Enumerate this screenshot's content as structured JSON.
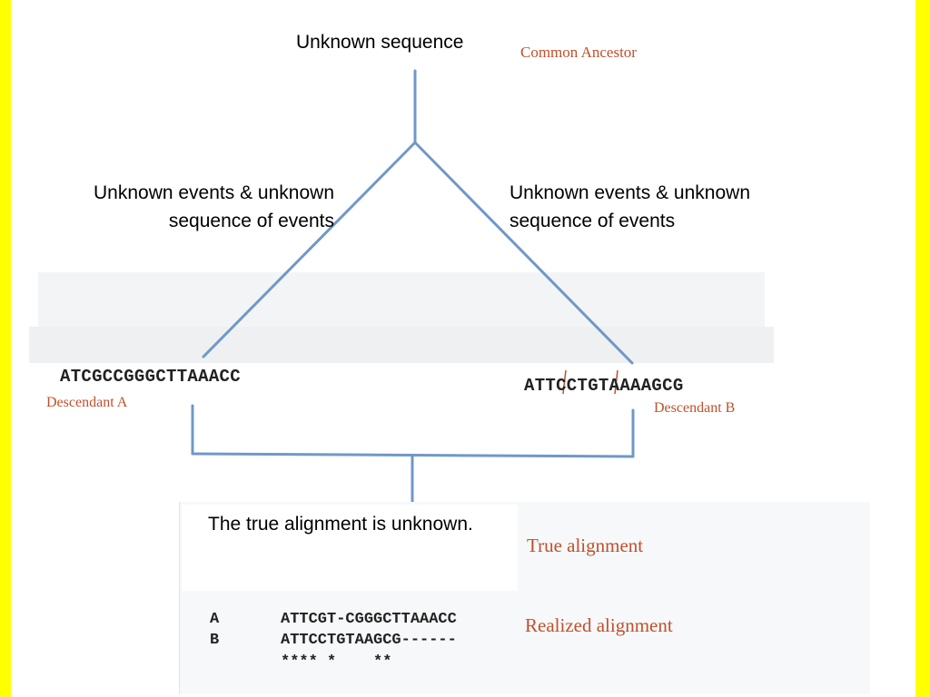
{
  "colors": {
    "frame": "#ffff00",
    "tree_lines": "#6f98c8",
    "annotation_red": "#c0502c"
  },
  "diagram": {
    "root_label": "Unknown sequence",
    "ancestor_caption": "Common Ancestor",
    "left_branch_text": "Unknown events & unknown sequence of events",
    "right_branch_text": "Unknown events & unknown sequence of events",
    "descendant_a": {
      "sequence": "ATCGCCGGGCTTAAACC",
      "caption": "Descendant A"
    },
    "descendant_b": {
      "sequence": "ATTCCTGTAAAAGCG",
      "caption": "Descendant B"
    }
  },
  "alignment": {
    "statement": "The true alignment is unknown.",
    "true_label": "True alignment",
    "realized_label": "Realized alignment",
    "rows": [
      {
        "name": "A",
        "sequence": "ATTCGT-CGGGCTTAAACC"
      },
      {
        "name": "B",
        "sequence": "ATTCCTGTAAGCG------"
      }
    ],
    "match_line": "**** *    **"
  }
}
